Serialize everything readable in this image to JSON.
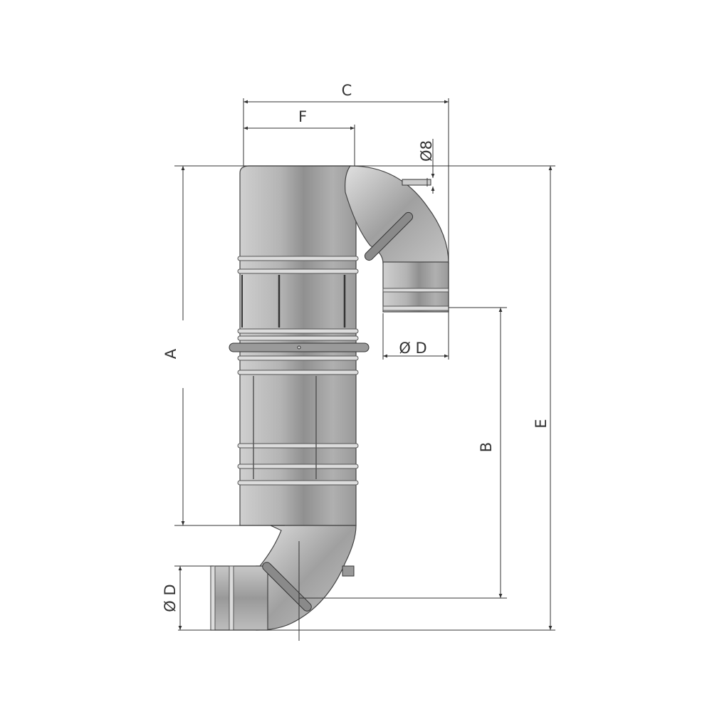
{
  "drawing": {
    "dimensions": {
      "C": "C",
      "F": "F",
      "A": "A",
      "B": "B",
      "E": "E",
      "D_top": "Ø D",
      "D_bottom": "Ø D",
      "hose_nipple": "Ø8"
    },
    "colors": {
      "body_light": "#d8d8d8",
      "body_dark": "#8c8c8c",
      "lines": "#333333"
    }
  }
}
